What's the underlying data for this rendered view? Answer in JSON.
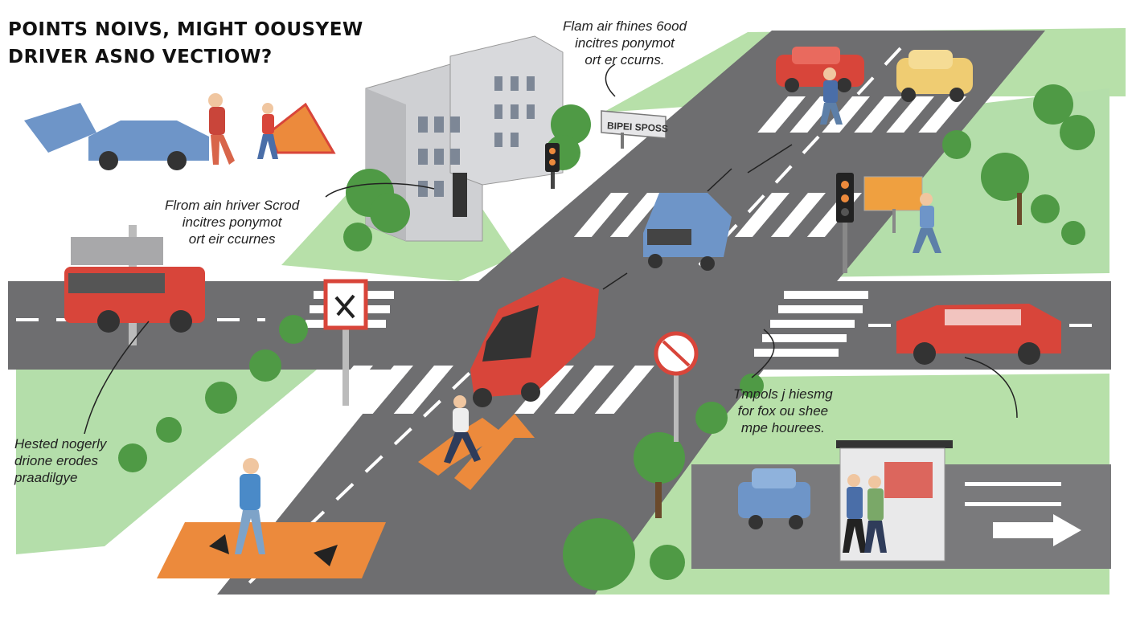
{
  "title": {
    "line1": "POINTS NOIVS, MIGHT OOUSYEW",
    "line2": "DRIVER  ASNO VECTIOW?"
  },
  "annotations": {
    "top_right": [
      "Flam air fhines 6ood",
      "incitres ponymot",
      "ort er ccurns."
    ],
    "middle_left": [
      "Flrom ain hriver Scrod",
      "incitres ponymot",
      "ort eir ccurnes"
    ],
    "bottom_left": [
      "Hested nogerly",
      "drione erodes",
      "praadilgye"
    ],
    "bottom_right": [
      "Tmpols j hiesmg",
      "for fox ou shee",
      "mpe hourees."
    ]
  },
  "street_sign": "BIPEI SPOSS",
  "colors": {
    "road": "#6e6e70",
    "grass": "#a8d89a",
    "tree": "#4f9a45",
    "car_red": "#d8453a",
    "car_blue": "#6e95c8",
    "car_yellow": "#efcc72",
    "orange": "#ec8a3c",
    "building": "#cfd0d3"
  }
}
